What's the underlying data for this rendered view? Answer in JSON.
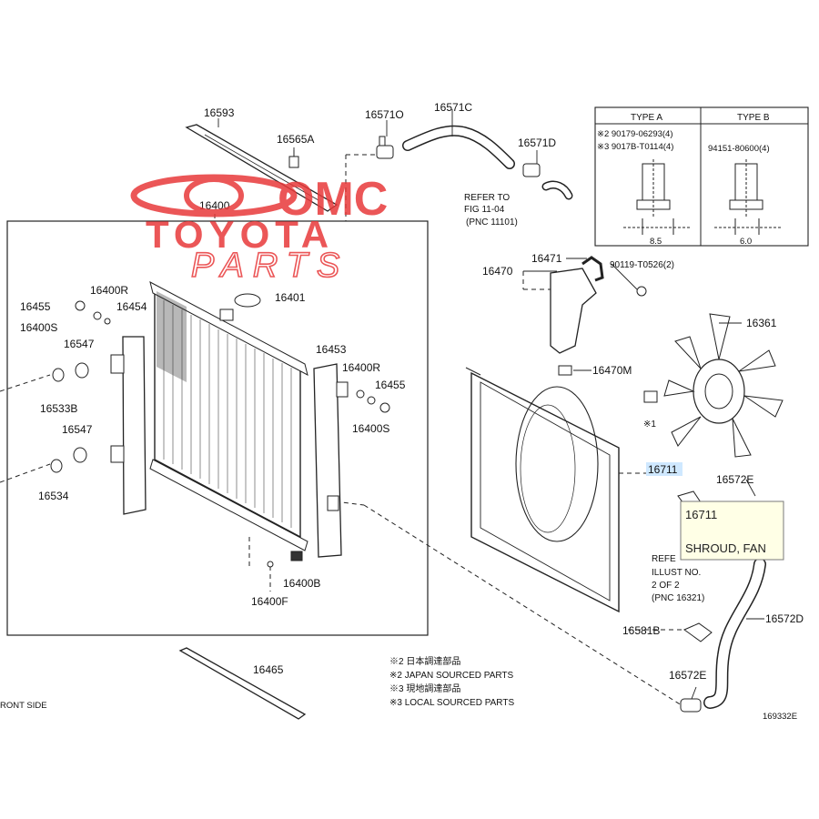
{
  "parts": {
    "p16593": "16593",
    "p16565A": "16565A",
    "p16571O": "16571O",
    "p16571C": "16571C",
    "p16571D": "16571D",
    "p16400": "16400",
    "p16400R_left": "16400R",
    "p16455_left": "16455",
    "p16454": "16454",
    "p16400S_left": "16400S",
    "p16401": "16401",
    "p16547_a": "16547",
    "p16533B": "16533B",
    "p16547_b": "16547",
    "p16534": "16534",
    "p16453": "16453",
    "p16400R_right": "16400R",
    "p16455_right": "16455",
    "p16400S_right": "16400S",
    "p16400B": "16400B",
    "p16400F": "16400F",
    "p16465": "16465",
    "p16471": "16471",
    "p16470": "16470",
    "p90119": "90119-T0526(2)",
    "p16470M": "16470M",
    "p16361": "16361",
    "p16711": "16711",
    "p16572E_a": "16572E",
    "p16572D": "16572D",
    "p16581B": "16581B",
    "p16572E_b": "16572E",
    "note1": "※1",
    "fig_code": "169332E",
    "front_side": "RONT SIDE"
  },
  "refer_top": {
    "line1": "REFER TO",
    "line2": "FIG 11-04",
    "line3": "(PNC 11101)"
  },
  "refer_bottom": {
    "line1": "REFE",
    "line2": "ILLUST NO.",
    "line3": "2 OF 2",
    "line4": "(PNC 16321)"
  },
  "type_table": {
    "type_a": "TYPE A",
    "type_b": "TYPE B",
    "a_line1": "※2 90179-06293(4)",
    "a_line2": "※3 9017B-T0114(4)",
    "b_line1": "94151-80600(4)",
    "a_dim": "8.5",
    "b_dim": "6.0"
  },
  "legend": {
    "l1": "※2 日本調達部品",
    "l2": "※2 JAPAN SOURCED PARTS",
    "l3": "※3 現地調達部品",
    "l4": "※3 LOCAL SOURCED PARTS"
  },
  "tooltip": {
    "number": "16711",
    "name": "SHROUD, FAN"
  },
  "watermark": {
    "line1": "OMC",
    "line2": "TOYOTA",
    "line3": "PARTS"
  },
  "colors": {
    "watermark": "#e8393a",
    "highlight": "#cfe8ff",
    "tooltip_bg": "#ffffe6"
  }
}
